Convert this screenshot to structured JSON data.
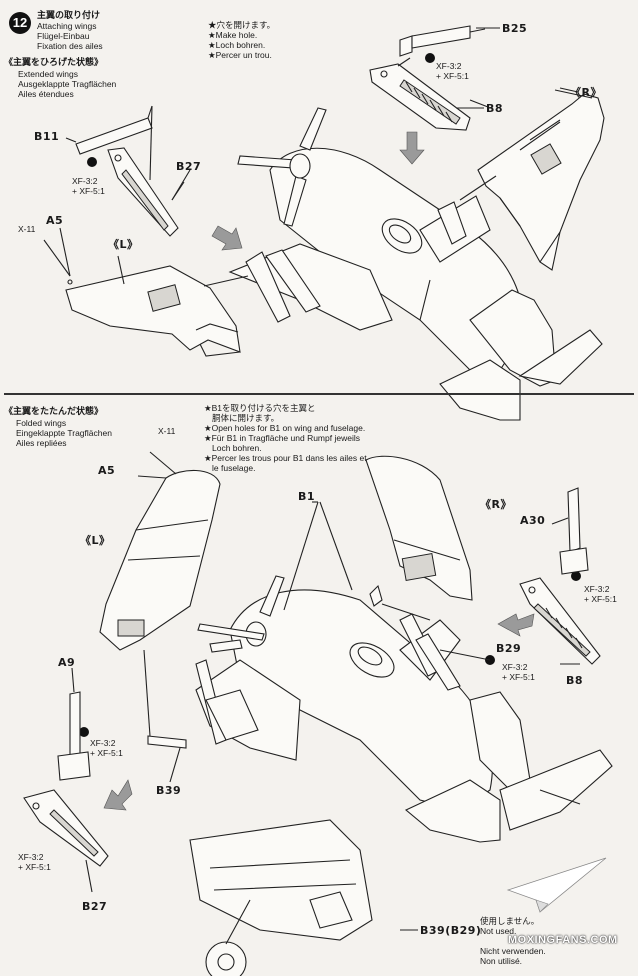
{
  "step": {
    "number": "12",
    "title_ja": "主翼の取り付け",
    "title_en": "Attaching wings",
    "title_de": "Flügel-Einbau",
    "title_fr": "Fixation des ailes"
  },
  "section_extended": {
    "heading_ja": "《主翼をひろげた状態》",
    "heading_en": "Extended wings",
    "heading_de": "Ausgeklappte Tragflächen",
    "heading_fr": "Ailes étendues"
  },
  "hole_note": {
    "ja": "★穴を開けます。",
    "en": "★Make hole.",
    "de": "★Loch bohren.",
    "fr": "★Percer un trou."
  },
  "section_folded": {
    "heading_ja": "《主翼をたたんだ状態》",
    "heading_en": "Folded wings",
    "heading_de": "Eingeklappte Tragflächen",
    "heading_fr": "Ailes repliées"
  },
  "b1_note": {
    "ja1": "★B1を取り付ける穴を主翼と",
    "ja2": "胴体に開けます。",
    "en1": "★Open holes for B1 on wing and fuselage.",
    "de1": "★Für B1 in Tragfläche und Rumpf jeweils",
    "de2": "Loch bohren.",
    "fr1": "★Percer les trous pour B1 dans les ailes et",
    "fr2": "le fuselage."
  },
  "parts": {
    "b25": "B25",
    "b8_top": "B8",
    "b11": "B11",
    "b27_top": "B27",
    "a5_top": "A5",
    "x11_top": "X-11",
    "r_top": "《R》",
    "l_top": "《L》",
    "x11_bottom": "X-11",
    "a5_bottom": "A5",
    "l_bottom": "《L》",
    "b1": "B1",
    "r_bottom": "《R》",
    "a30": "A30",
    "b29": "B29",
    "b8_bottom": "B8",
    "a9": "A9",
    "b39": "B39",
    "b27_bottom": "B27",
    "b39_b29": "B39(B29)"
  },
  "paint": {
    "xf3_2": "XF-3:2",
    "xf5_1": "+ XF-5:1"
  },
  "not_used": {
    "ja": "使用しません。",
    "en": "Not used.",
    "de": "Nicht verwenden.",
    "fr": "Non utilisé."
  },
  "watermark": "MOXINGFANS.COM"
}
